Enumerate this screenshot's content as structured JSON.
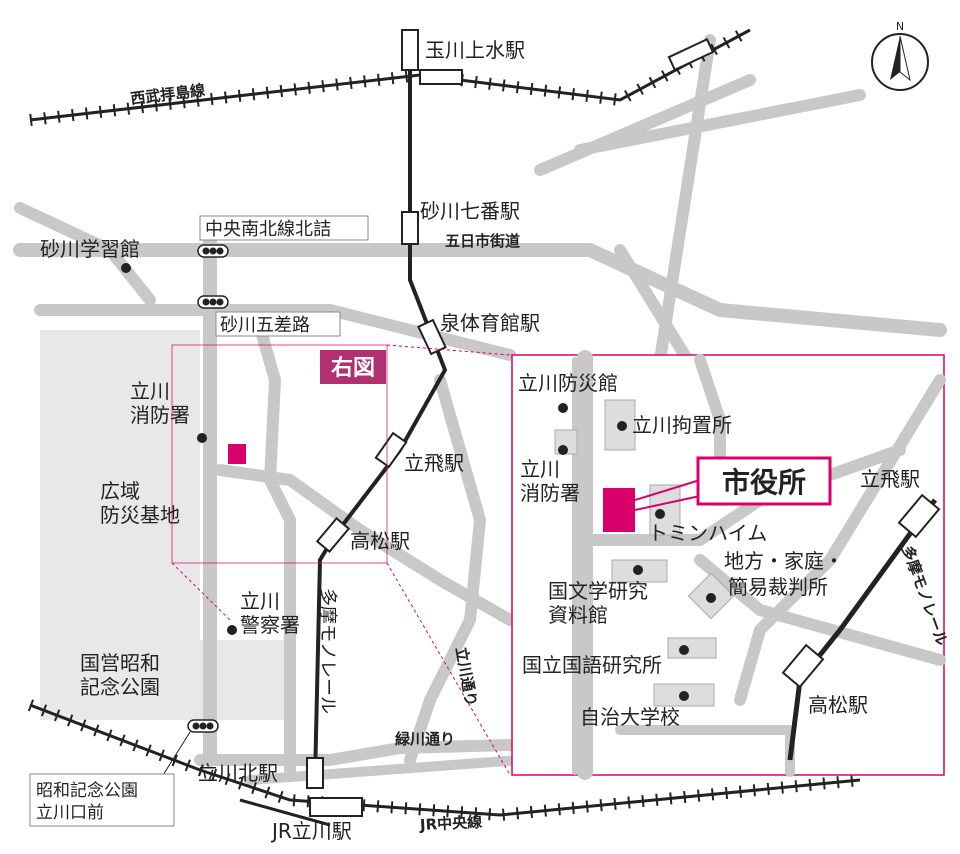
{
  "map": {
    "compass_label": "N",
    "colors": {
      "accent": "#d9006c",
      "road": "#c8c8c8",
      "park": "#e6e6e6",
      "rail": "#222222"
    },
    "stations": {
      "tamagawa_josui": "玉川上水駅",
      "sunagawa_nanaban": "砂川七番駅",
      "izumi_taiikukan": "泉体育館駅",
      "tachihi": "立飛駅",
      "takamatsu": "高松駅",
      "tachikawa_kita": "立川北駅",
      "jr_tachikawa": "JR立川駅"
    },
    "rail_lines": {
      "seibu_haijima": "西武拝島線",
      "jr_chuo": "JR中央線",
      "monorail": "多摩モノレール"
    },
    "roads": {
      "itsukaichi": "五日市街道",
      "tachikawa_dori": "立川通り",
      "midorikawa": "緑川通り"
    },
    "intersections": {
      "chuo_nanboku_kitazume": "中央南北線北詰",
      "sunagawa_gosaro": "砂川五差路",
      "showa_park_mae": "昭和記念公園\n立川口前"
    },
    "facilities": {
      "sunagawa_gakushukan": "砂川学習館",
      "tachikawa_fire": "立川\n消防署",
      "bosai_kichi": "広域\n防災基地",
      "tachikawa_police": "立川\n警察署",
      "showa_park": "国営昭和\n記念公園"
    },
    "inset_button": "右図"
  },
  "inset": {
    "city_hall": "市役所",
    "labels": {
      "bosaikan": "立川防災館",
      "kochisho": "立川拘置所",
      "fire": "立川\n消防署",
      "tomin_heim": "トミンハイム",
      "court": "地方・家庭・\n簡易裁判所",
      "kokubungaku": "国文学研究\n資料館",
      "kokugo": "国立国語研究所",
      "jichi": "自治大学校",
      "tachihi": "立飛駅",
      "takamatsu": "高松駅",
      "monorail": "多摩モノレール"
    }
  }
}
